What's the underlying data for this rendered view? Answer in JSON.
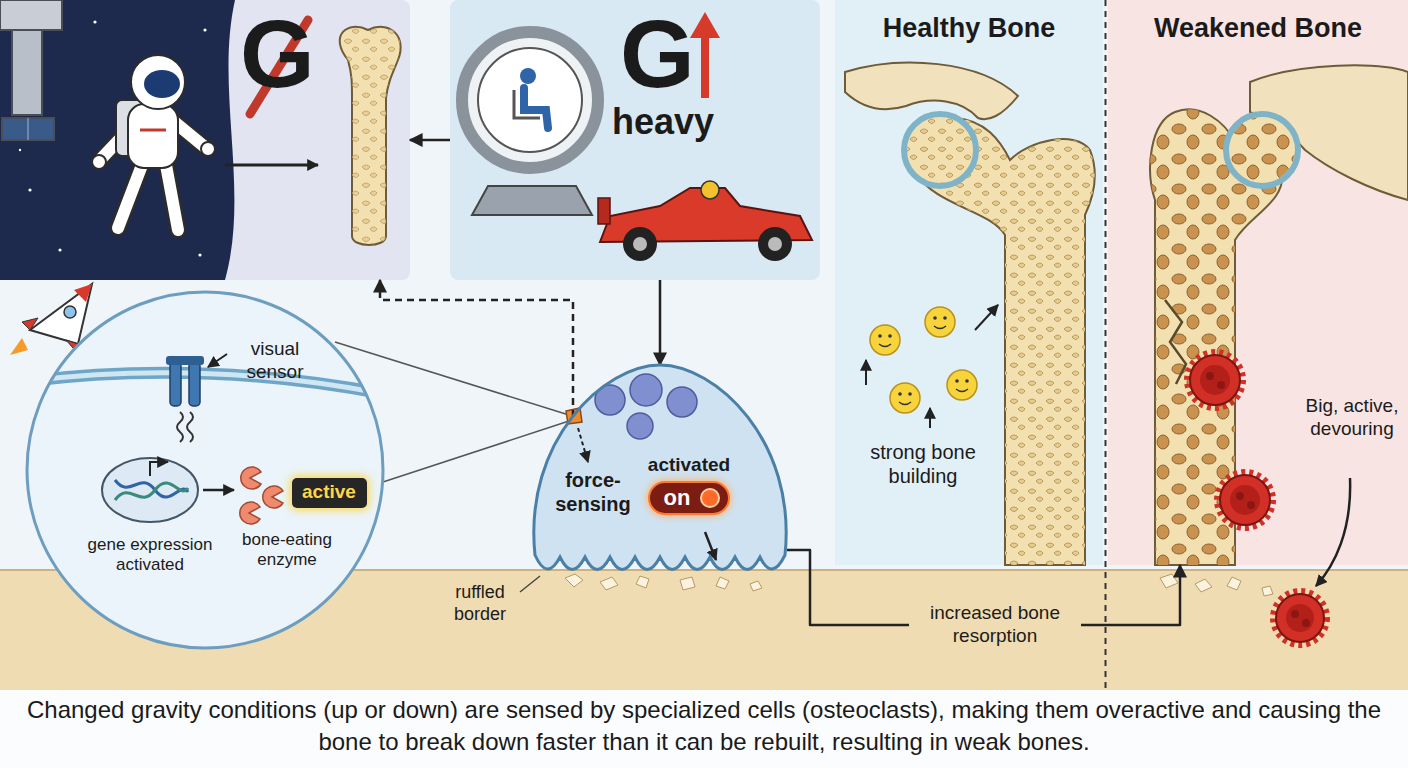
{
  "diagram": {
    "caption": "Changed gravity conditions (up or down) are sensed by specialized cells (osteoclasts), making them overactive and causing the bone to break down faster than it can be rebuilt, resulting in weak bones.",
    "nodes": [
      {
        "text": [
          "G"
        ]
      },
      {
        "text": [
          "G",
          "heavy"
        ]
      },
      {
        "text": [
          "visual sensor",
          "gene expression activated",
          "bone-eating enzyme"
        ]
      },
      {
        "text": [
          "active"
        ],
        "in": 2
      },
      {
        "text": [
          "force-sensing"
        ]
      },
      {
        "text": [
          "activated",
          "on"
        ],
        "in": 4
      },
      {
        "text": [
          "Healthy Bone",
          "strong bone building"
        ]
      },
      {
        "text": [
          "Weakened Bone",
          "Big, active, devouring"
        ]
      }
    ],
    "edges": [
      {
        "from": 1,
        "to": 0,
        "arrow": "to"
      },
      {
        "from": 1,
        "to": 4,
        "arrow": "to"
      },
      {
        "from": 4,
        "to": 0,
        "arrow": "to"
      },
      {
        "from": 4,
        "to": 7,
        "label": "increased bone resorption",
        "arrow": "to"
      }
    ],
    "labels": [
      "ruffled border"
    ]
  }
}
